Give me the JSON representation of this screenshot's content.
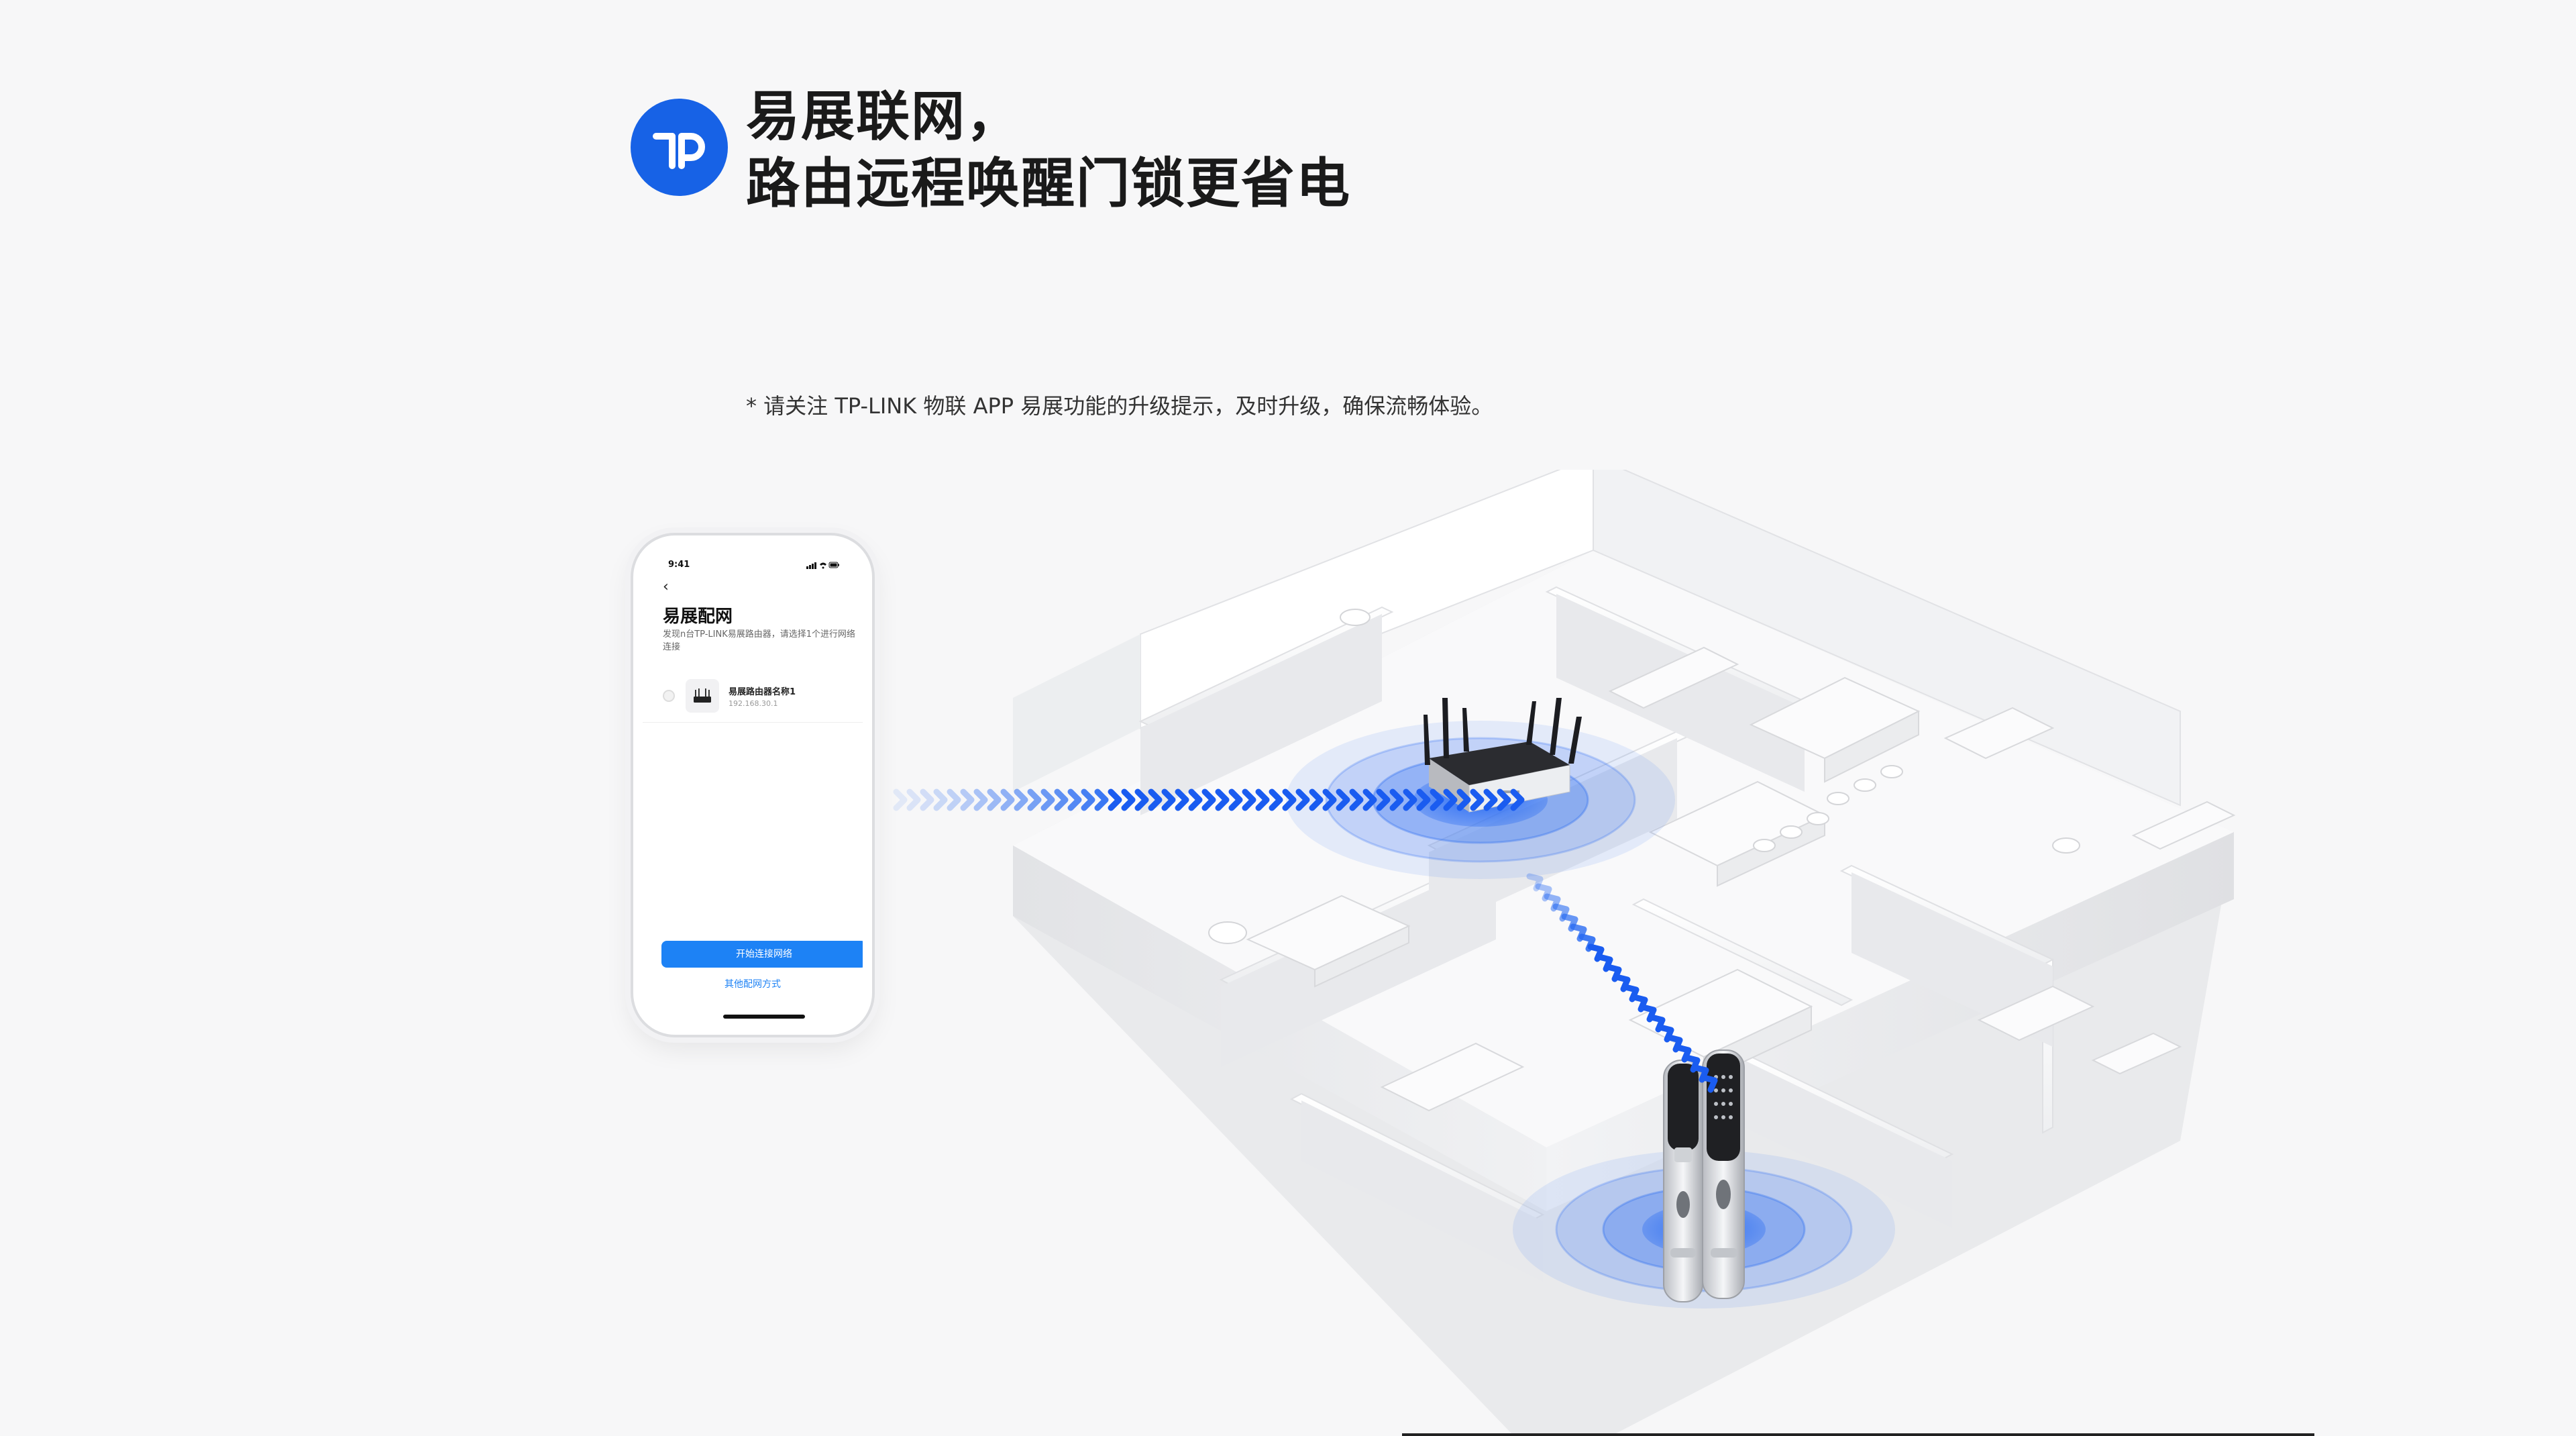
{
  "headline": {
    "line1": "易展联网，",
    "line2": "路由远程唤醒门锁更省电"
  },
  "footnote": "* 请关注 TP-LINK 物联 APP 易展功能的升级提示，及时升级，确保流畅体验。",
  "logo": {
    "icon": "tp-link-logo-icon",
    "color": "#1762e6"
  },
  "phone": {
    "status_time": "9:41",
    "back_icon": "chevron-left-icon",
    "title": "易展配网",
    "description": "发现n台TP-LINK易展路由器，请选择1个进行网络连接",
    "device": {
      "name": "易展路由器名称1",
      "ip": "192.168.30.1"
    },
    "primary_button": "开始连接网络",
    "secondary_link": "其他配网方式",
    "accent": "#1d82f5"
  },
  "scene": {
    "router_icon": "wifi-router-icon",
    "lock_icon": "smart-door-lock-icon",
    "signal_color": "#1a5cf0"
  }
}
